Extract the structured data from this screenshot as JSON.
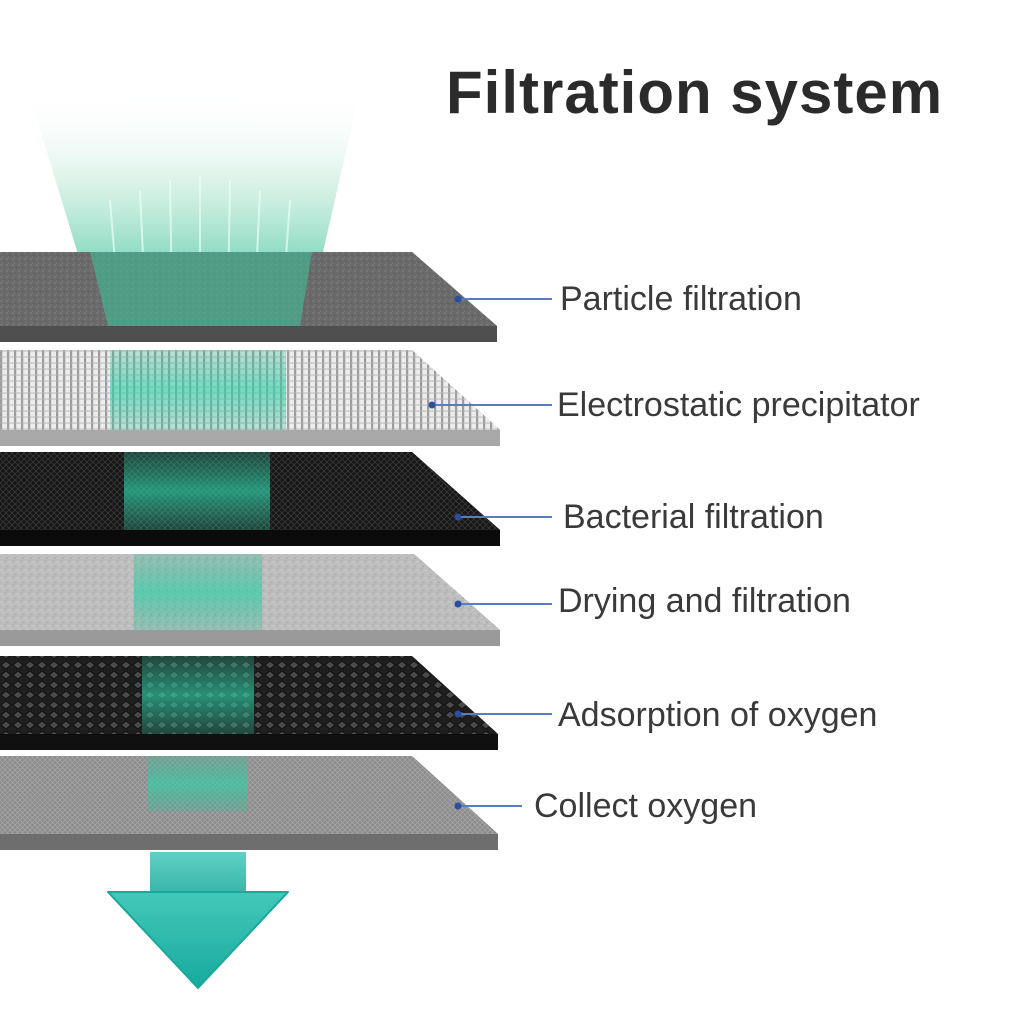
{
  "title": "Filtration system",
  "colors": {
    "accent_teal": "#1fb3a8",
    "stream_green": "#2fbf96",
    "leader_line": "#5a7cc0",
    "leader_dot": "#2a4fa0"
  },
  "layers": [
    {
      "label": "Particle filtration",
      "texture": "fine-grey-felt",
      "fill": "#6e6e6e"
    },
    {
      "label": "Electrostatic precipitator",
      "texture": "white-pleated-mesh",
      "fill": "#d8d8d8"
    },
    {
      "label": "Bacterial filtration",
      "texture": "black-woven-mesh",
      "fill": "#1e1e1e"
    },
    {
      "label": "Drying and filtration",
      "texture": "light-grey-granular",
      "fill": "#b9b9b9"
    },
    {
      "label": "Adsorption of oxygen",
      "texture": "black-diamond-mesh",
      "fill": "#262626"
    },
    {
      "label": "Collect oxygen",
      "texture": "grey-fine-mesh",
      "fill": "#8a8a8a"
    }
  ],
  "icons": [
    "airflow-stream-icon",
    "down-arrow-icon"
  ]
}
